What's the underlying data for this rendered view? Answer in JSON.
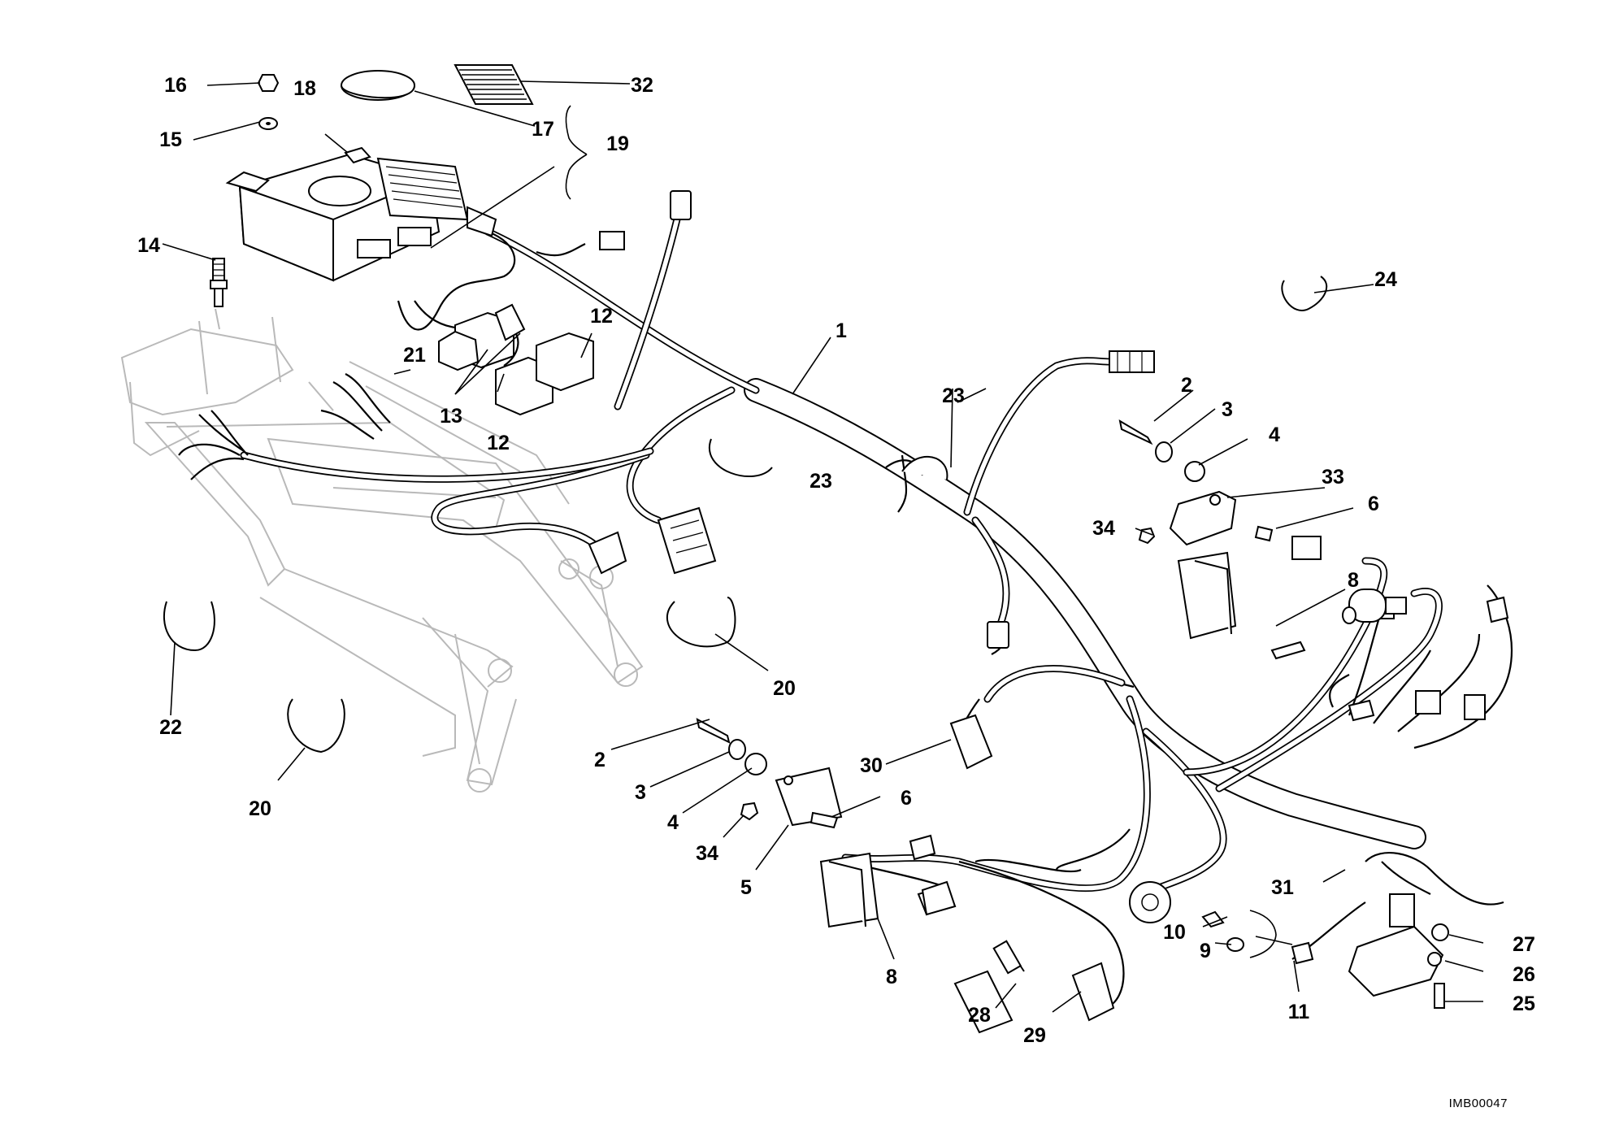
{
  "diagram": {
    "drawing_code": "IMB00047",
    "callouts": {
      "c1": "1",
      "c2": "2",
      "c3": "3",
      "c4": "4",
      "c5": "5",
      "c6": "6",
      "c8": "8",
      "c9": "9",
      "c10": "10",
      "c11": "11",
      "c12": "12",
      "c13": "13",
      "c14": "14",
      "c15": "15",
      "c16": "16",
      "c17": "17",
      "c18": "18",
      "c19": "19",
      "c20": "20",
      "c21": "21",
      "c22": "22",
      "c23": "23",
      "c24": "24",
      "c25": "25",
      "c26": "26",
      "c27": "27",
      "c28": "28",
      "c29": "29",
      "c30": "30",
      "c31": "31",
      "c32": "32",
      "c33": "33",
      "c34": "34"
    }
  }
}
